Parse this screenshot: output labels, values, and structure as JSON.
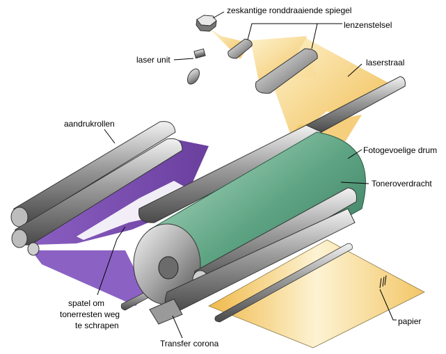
{
  "diagram": {
    "labels": {
      "mirror": "zeskantige ronddraaiende spiegel",
      "lens_system": "lenzenstelsel",
      "laser_unit": "laser unit",
      "laser_beam": "laserstraal",
      "pressure_rollers": "aandrukrollen",
      "photo_drum": "Fotogevoelige drum",
      "toner_transfer": "Toneroverdracht",
      "spatula": [
        "spatel om",
        "tonerresten weg",
        "te schrapen"
      ],
      "transfer_corona": "Transfer corona",
      "paper": "papier"
    },
    "colors": {
      "drum": "#4f9a7a",
      "drum_light": "#9ed4b8",
      "belt": "#7b4fb0",
      "belt_light": "#a483d2",
      "beam": "#f1c05a",
      "beam_light": "#fbe6a8",
      "metal_dark": "#5f5f5f",
      "metal_light": "#e6e6e6",
      "paper": "#f6d27a"
    }
  }
}
